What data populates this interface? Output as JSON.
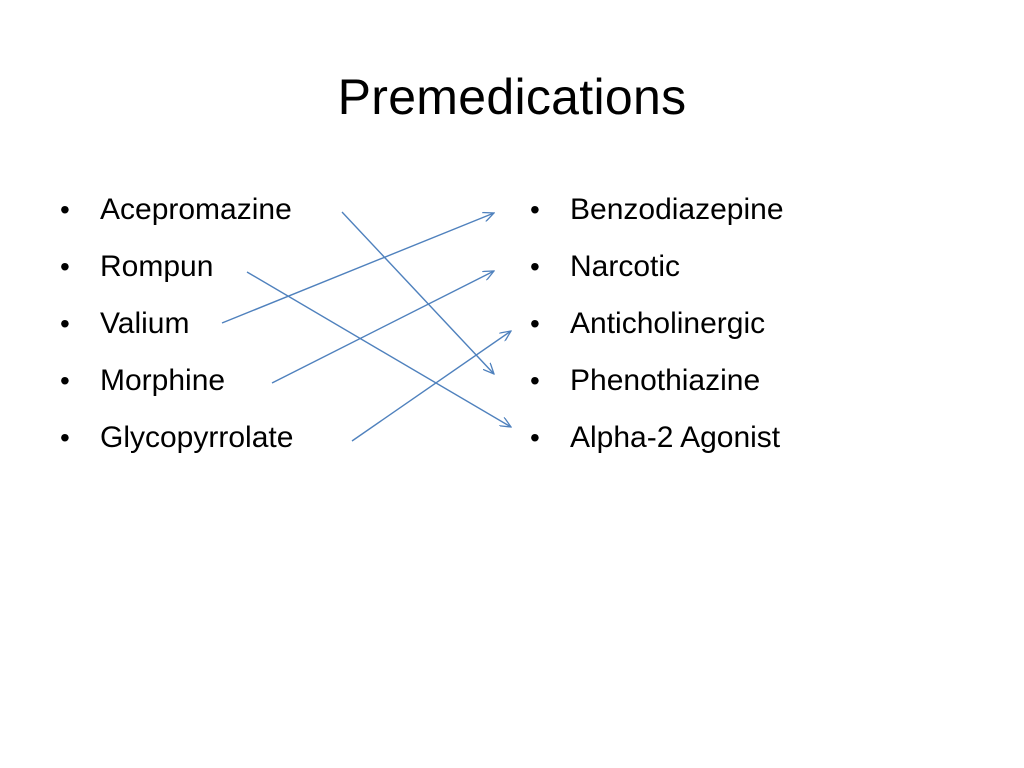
{
  "slide": {
    "title": "Premedications",
    "left_items": [
      {
        "label": "Acepromazine"
      },
      {
        "label": "Rompun"
      },
      {
        "label": "Valium"
      },
      {
        "label": "Morphine"
      },
      {
        "label": "Glycopyrrolate"
      }
    ],
    "right_items": [
      {
        "label": "Benzodiazepine"
      },
      {
        "label": "Narcotic"
      },
      {
        "label": "Anticholinergic"
      },
      {
        "label": "Phenothiazine"
      },
      {
        "label": "Alpha-2 Agonist"
      }
    ],
    "bullet": "•",
    "arrow_color": "#4f81bd",
    "connections": [
      {
        "from": "Acepromazine",
        "to": "Phenothiazine"
      },
      {
        "from": "Rompun",
        "to": "Alpha-2 Agonist"
      },
      {
        "from": "Valium",
        "to": "Benzodiazepine"
      },
      {
        "from": "Morphine",
        "to": "Narcotic"
      },
      {
        "from": "Glycopyrrolate",
        "to": "Anticholinergic"
      }
    ]
  }
}
